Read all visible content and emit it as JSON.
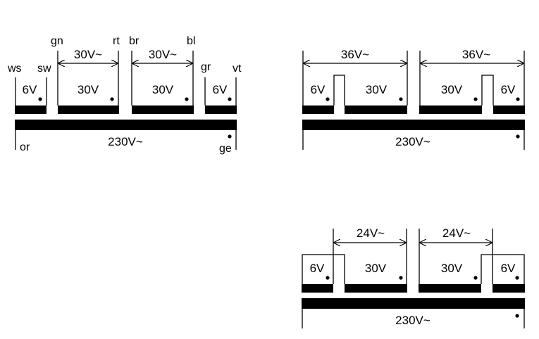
{
  "colors": {
    "background": "#ffffff",
    "ink": "#000000"
  },
  "diagram_1": {
    "wire_colors": {
      "ws": "ws",
      "sw": "sw",
      "gn": "gn",
      "rt": "rt",
      "br": "br",
      "bl": "bl",
      "gr": "gr",
      "vt": "vt",
      "or": "or",
      "ge": "ge"
    },
    "winding_voltages": {
      "w1": "6V",
      "w2": "30V",
      "w3": "30V",
      "w4": "6V"
    },
    "tap_voltages": {
      "t1": "30V~",
      "t2": "30V~"
    },
    "primary": "230V~"
  },
  "diagram_2": {
    "winding_voltages": {
      "w1": "6V",
      "w2": "30V",
      "w3": "30V",
      "w4": "6V"
    },
    "tap_voltages": {
      "t1": "36V~",
      "t2": "36V~"
    },
    "primary": "230V~"
  },
  "diagram_3": {
    "winding_voltages": {
      "w1": "6V",
      "w2": "30V",
      "w3": "30V",
      "w4": "6V"
    },
    "tap_voltages": {
      "t1": "24V~",
      "t2": "24V~"
    },
    "primary": "230V~"
  }
}
